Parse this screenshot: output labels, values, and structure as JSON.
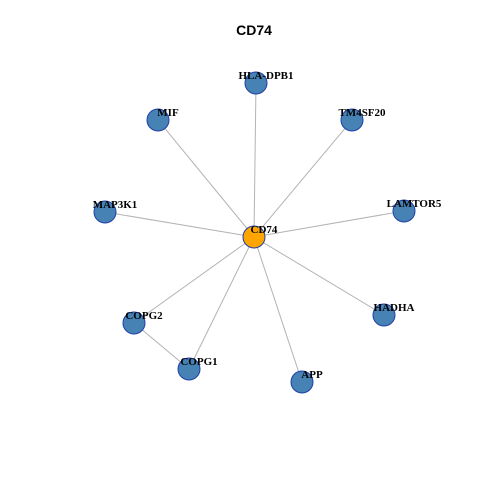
{
  "title": "CD74",
  "colors": {
    "center_node": "#FFA500",
    "peripheral_node": "#4682B4",
    "node_border": "#1F3FA8",
    "edge": "#B3B3B3"
  },
  "center": "CD74",
  "nodes": [
    {
      "id": "CD74"
    },
    {
      "id": "HLA-DPB1"
    },
    {
      "id": "MIF"
    },
    {
      "id": "TM4SF20"
    },
    {
      "id": "MAP3K1"
    },
    {
      "id": "LAMTOR5"
    },
    {
      "id": "COPG2"
    },
    {
      "id": "HADHA"
    },
    {
      "id": "COPG1"
    },
    {
      "id": "APP"
    }
  ],
  "edges": [
    [
      "CD74",
      "HLA-DPB1"
    ],
    [
      "CD74",
      "MIF"
    ],
    [
      "CD74",
      "TM4SF20"
    ],
    [
      "CD74",
      "MAP3K1"
    ],
    [
      "CD74",
      "LAMTOR5"
    ],
    [
      "CD74",
      "COPG2"
    ],
    [
      "CD74",
      "HADHA"
    ],
    [
      "CD74",
      "COPG1"
    ],
    [
      "CD74",
      "APP"
    ],
    [
      "COPG2",
      "COPG1"
    ]
  ]
}
